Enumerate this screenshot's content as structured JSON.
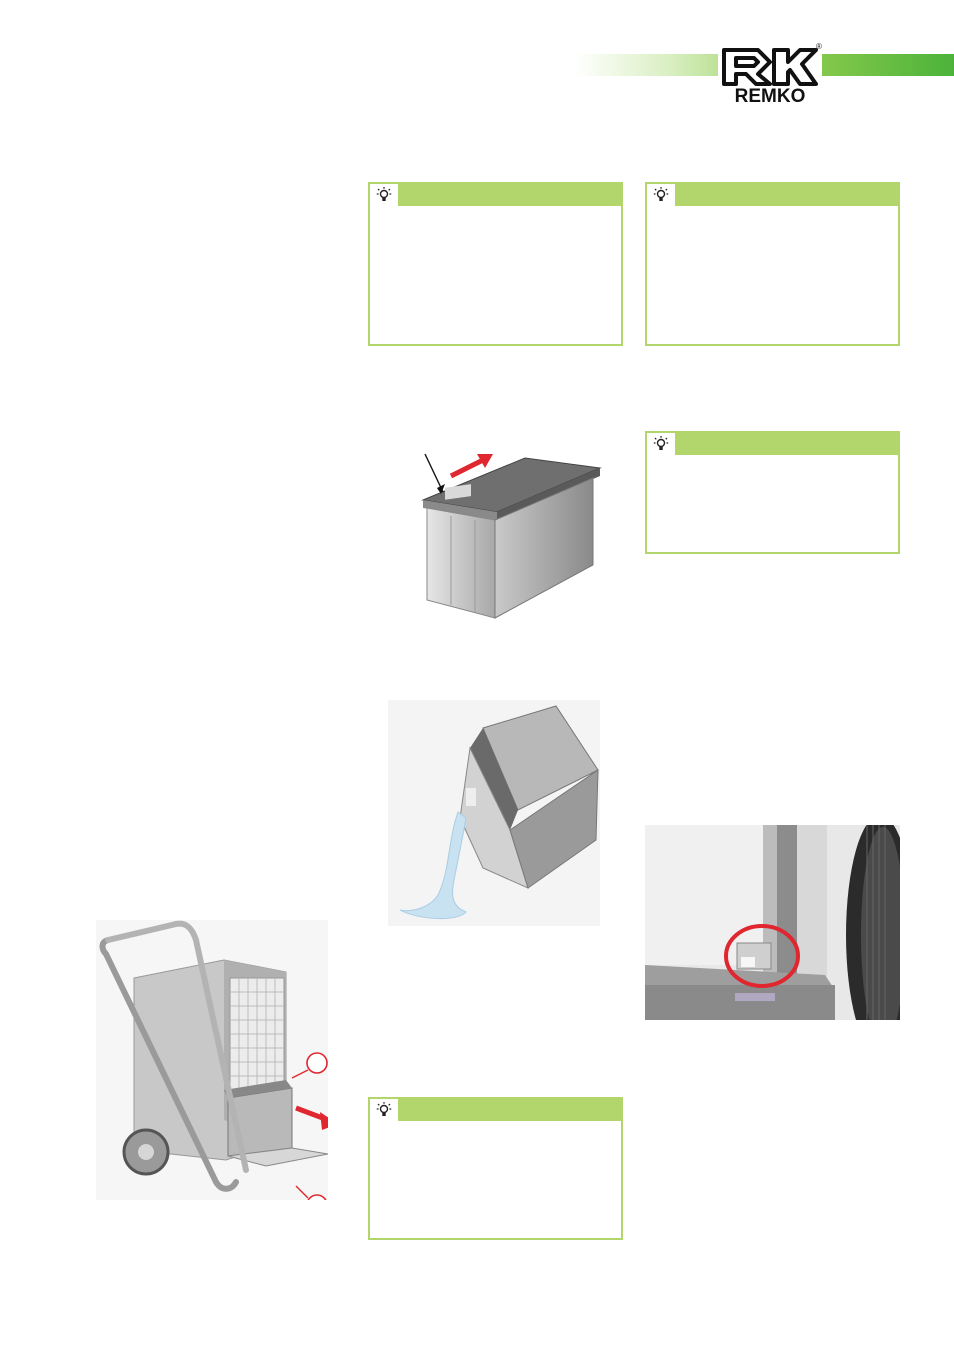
{
  "header": {
    "brand": "REMKO",
    "registered_mark": "®",
    "colors": {
      "band_start": "#d9efc2",
      "band_end": "#4cb33a",
      "tip_green": "#b2d56c"
    }
  },
  "tips": [
    {
      "icon": "lightbulb-icon",
      "text": ""
    },
    {
      "icon": "lightbulb-icon",
      "text": ""
    },
    {
      "icon": "lightbulb-icon",
      "text": ""
    },
    {
      "icon": "lightbulb-icon",
      "text": ""
    }
  ],
  "figures": {
    "tank_lid": {
      "description_icon": "tank-with-lid-arrow"
    },
    "tank_pour": {
      "description_icon": "tank-emptying-water"
    },
    "dehumidifier": {
      "callout_1": "",
      "callout_2": ""
    },
    "float_switch": {
      "highlight_color": "#e0262e"
    }
  }
}
